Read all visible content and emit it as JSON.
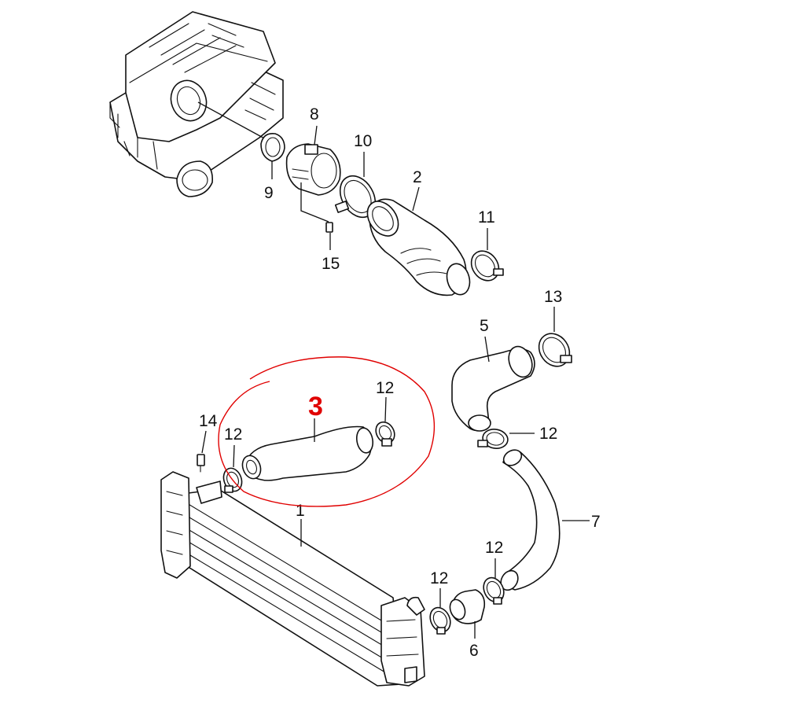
{
  "diagram": {
    "callouts": {
      "c8": "8",
      "c10": "10",
      "c2": "2",
      "c9": "9",
      "c11": "11",
      "c15": "15",
      "c13": "13",
      "c5": "5",
      "c12_clamp_hose3_right": "12",
      "c3": "3",
      "c14": "14",
      "c12_clamp_hose3_left": "12",
      "c12_clamp_hose5": "12",
      "c1": "1",
      "c7": "7",
      "c12_clamp_hose7_lower": "12",
      "c12_clamp_pipe6": "12",
      "c6": "6"
    },
    "colors": {
      "line": "#111111",
      "highlight": "#e00000"
    }
  }
}
